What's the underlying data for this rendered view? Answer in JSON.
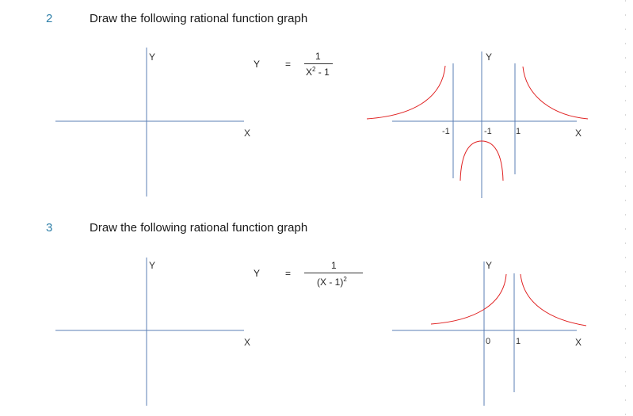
{
  "questions": [
    {
      "number": "2",
      "prompt": "Draw the following rational function graph",
      "blank_axes": {
        "y_label": "Y",
        "x_label": "X"
      },
      "equation": {
        "lhs": "Y",
        "equals": "=",
        "numerator": "1",
        "denominator_base": "X",
        "denominator_exp": "2",
        "denominator_rest": " - 1"
      },
      "answer_graph": {
        "y_label": "Y",
        "x_label": "X",
        "ticks": [
          "-1",
          "-1",
          "1"
        ]
      }
    },
    {
      "number": "3",
      "prompt": "Draw the following rational function graph",
      "blank_axes": {
        "y_label": "Y",
        "x_label": "X"
      },
      "equation": {
        "lhs": "Y",
        "equals": "=",
        "numerator": "1",
        "denominator_base": "(X - 1)",
        "denominator_exp": "2"
      },
      "answer_graph": {
        "y_label": "Y",
        "x_label": "X",
        "ticks": [
          "0",
          "1"
        ]
      }
    }
  ],
  "colors": {
    "axis": "#5b7fb5",
    "curve": "#e02020",
    "number": "#2e7fa8"
  }
}
